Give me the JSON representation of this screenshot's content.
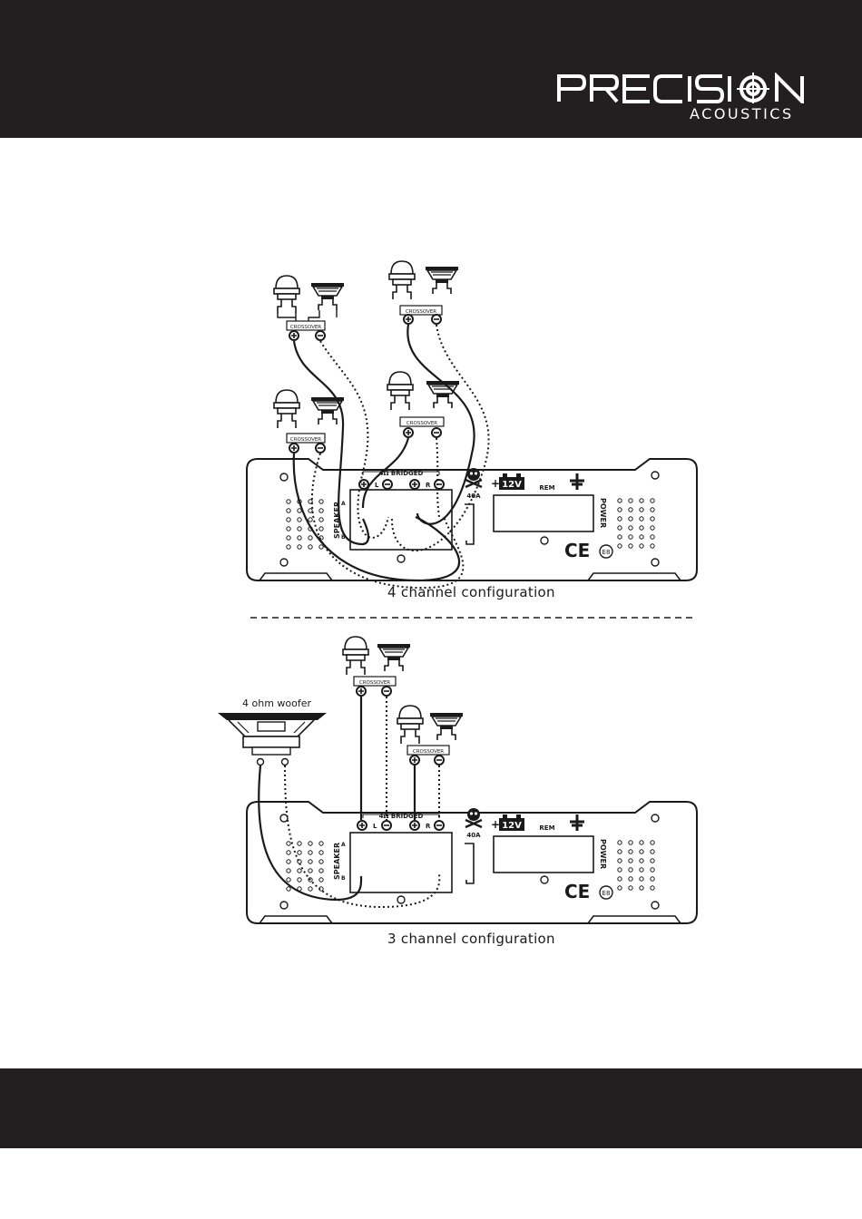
{
  "brand": {
    "wordmark": "PRECISION",
    "tagline": "ACOUSTICS"
  },
  "colors": {
    "band": "#231f20",
    "ink": "#1a1a1a",
    "paper": "#ffffff"
  },
  "diagram_4ch": {
    "caption": "4 channel configuration",
    "crossover_label": "CROSSOVER",
    "bridged_label": "4Ω BRIDGED",
    "channel_left": "L",
    "channel_right": "R",
    "speaker_label": "SPEAKER",
    "speaker_a": "A",
    "speaker_b": "B",
    "fuse_label": "40A",
    "battery_label": "12V",
    "rem_label": "REM",
    "power_label": "POWER",
    "ce_mark": "CE",
    "e_mark": "E8"
  },
  "diagram_3ch": {
    "caption": "3 channel configuration",
    "woofer_label": "4 ohm woofer",
    "crossover_label": "CROSSOVER",
    "bridged_label": "4Ω BRIDGED",
    "channel_left": "L",
    "channel_right": "R",
    "speaker_label": "SPEAKER",
    "speaker_a": "A",
    "speaker_b": "B",
    "fuse_label": "40A",
    "battery_label": "12V",
    "rem_label": "REM",
    "power_label": "POWER",
    "ce_mark": "CE",
    "e_mark": "E8"
  }
}
